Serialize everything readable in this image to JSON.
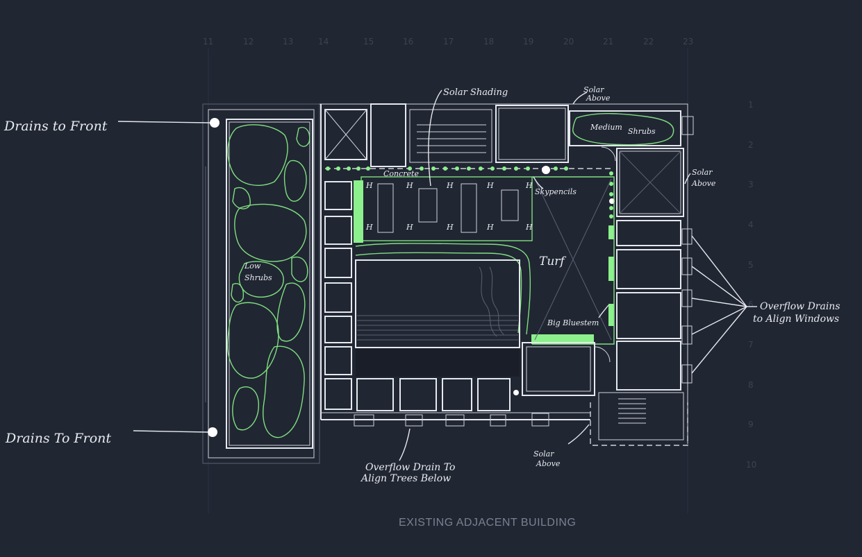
{
  "grid": {
    "columns": [
      "11",
      "12",
      "13",
      "14",
      "15",
      "16",
      "17",
      "18",
      "19",
      "20",
      "21",
      "22",
      "23"
    ],
    "rows": [
      "1",
      "2",
      "3",
      "4",
      "5",
      "6",
      "7",
      "8",
      "9",
      "10"
    ]
  },
  "labels": {
    "drains_top": "Drains to Front",
    "drains_bottom": "Drains To Front",
    "solar_shading": "Solar Shading",
    "solar_above_top_1": "Solar",
    "solar_above_top_2": "Above",
    "solar_above_right_1": "Solar",
    "solar_above_right_2": "Above",
    "solar_above_bottom_1": "Solar",
    "solar_above_bottom_2": "Above",
    "medium_shrubs_1": "Medium",
    "medium_shrubs_2": "Shrubs",
    "concrete": "Concrete",
    "skypencils": "Skypencils",
    "turf": "Turf",
    "big_bluestem": "Big Bluestem",
    "low_shrubs_1": "Low",
    "low_shrubs_2": "Shrubs",
    "overflow_drains_1": "Overflow Drains",
    "overflow_drains_2": "to Align Windows",
    "overflow_drain_1": "Overflow Drain To",
    "overflow_drain_2": "Align Trees Below",
    "existing_building": "EXISTING ADJACENT BUILDING"
  },
  "colors": {
    "background": "#212633",
    "linework": "#e6e9ee",
    "planting": "#7fe07f",
    "grid_labels": "#3d4353"
  }
}
